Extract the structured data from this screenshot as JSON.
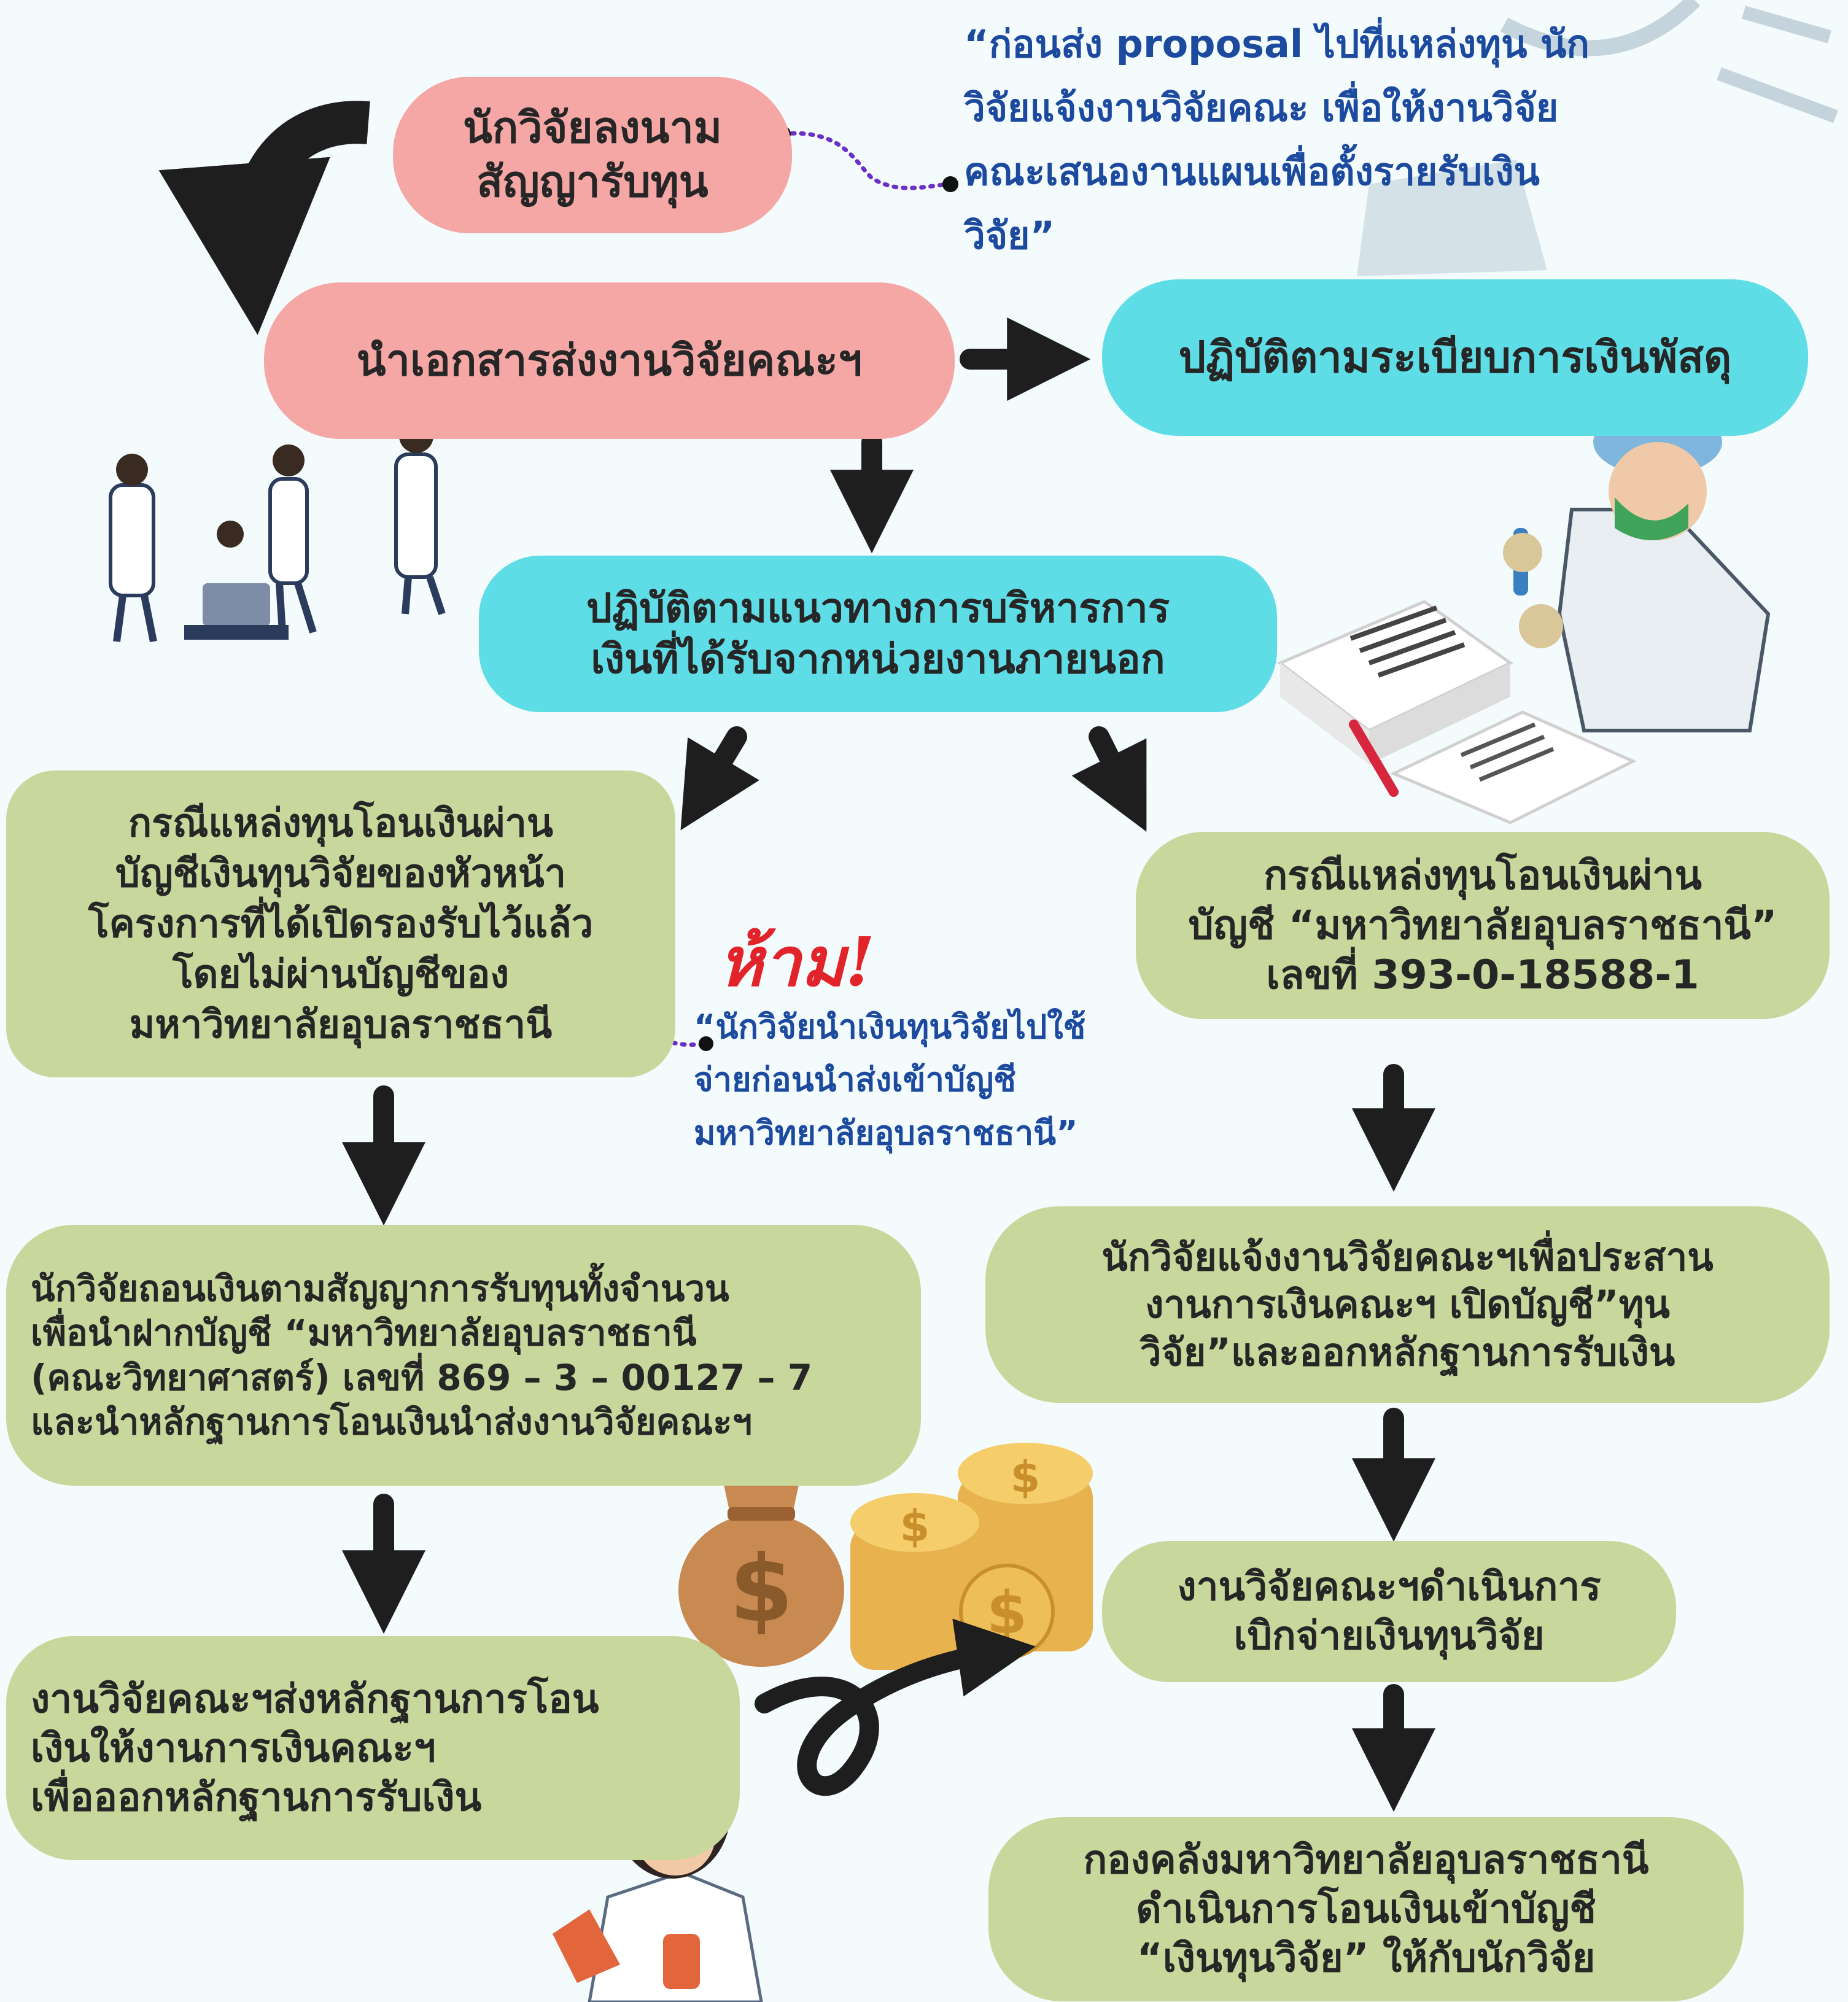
{
  "flow": {
    "sign_contract": "นักวิจัยลงนาม\nสัญญารับทุน",
    "submit_docs": "นำเอกสารส่งงานวิจัยคณะฯ",
    "follow_regulation": "ปฏิบัติตามระเบียบการเงินพัสดุ",
    "follow_guideline": "ปฏิบัติตามแนวทางการบริหารการ\nเงินที่ได้รับจากหน่วยงานภายนอก",
    "case_personal_account": "กรณีแหล่งทุนโอนเงินผ่าน\nบัญชีเงินทุนวิจัยของหัวหน้า\nโครงการที่ได้เปิดรองรับไว้แล้ว\nโดยไม่ผ่านบัญชีของ\nมหาวิทยาลัยอุบลราชธานี",
    "case_university_account": "กรณีแหล่งทุนโอนเงินผ่าน\nบัญชี “มหาวิทยาลัยอุบลราชธานี”\nเลขที่ 393-0-18588-1",
    "withdraw_deposit": "นักวิจัยถอนเงินตามสัญญาการรับทุนทั้งจำนวน\nเพื่อนำฝากบัญชี “มหาวิทยาลัยอุบลราชธานี\n(คณะวิทยาศาสตร์) เลขที่ 869 – 3 – 00127 – 7\nและนำหลักฐานการโอนเงินนำส่งงานวิจัยคณะฯ",
    "notify_finance": "นักวิจัยแจ้งงานวิจัยคณะฯเพื่อประสาน\nงานการเงินคณะฯ เปิดบัญชี”ทุน\nวิจัย”และออกหลักฐานการรับเงิน",
    "send_evidence": "งานวิจัยคณะฯส่งหลักฐานการโอน\nเงินให้งานการเงินคณะฯ\nเพื่อออกหลักฐานการรับเงิน",
    "disburse": "งานวิจัยคณะฯดำเนินการ\nเบิกจ่ายเงินทุนวิจัย",
    "treasury_transfer": "กองคลังมหาวิทยาลัยอุบลราชธานี\nดำเนินการโอนเงินเข้าบัญชี\n“เงินทุนวิจัย” ให้กับนักวิจัย"
  },
  "notes": {
    "before_proposal": "“ก่อนส่ง proposal ไปที่แหล่งทุน นัก\nวิจัยแจ้งงานวิจัยคณะ เพื่อให้งานวิจัย\nคณะเสนองานแผนเพื่อตั้งรายรับเงิน\nวิจัย”",
    "prohibited_label": "ห้าม!",
    "prohibited_text": "“นักวิจัยนำเงินทุนวิจัยไปใช้\nจ่ายก่อนนำส่งเข้าบัญชี\nมหาวิทยาลัยอุบลราชธานี”"
  },
  "colors": {
    "pink": "#f5a7a5",
    "cyan": "#5fdde6",
    "green": "#c8d89c",
    "note_blue": "#1c4a9e",
    "warning_red": "#e3232a",
    "arrow": "#1e1e1e",
    "background": "#f4fbfd"
  },
  "icons": {
    "scientists": "scientists-illustration",
    "lab_worker": "lab-worker-illustration",
    "documents": "documents-illustration",
    "money_bag": "money-bag-illustration",
    "coins": "coins-illustration",
    "researcher": "researcher-illustration"
  }
}
